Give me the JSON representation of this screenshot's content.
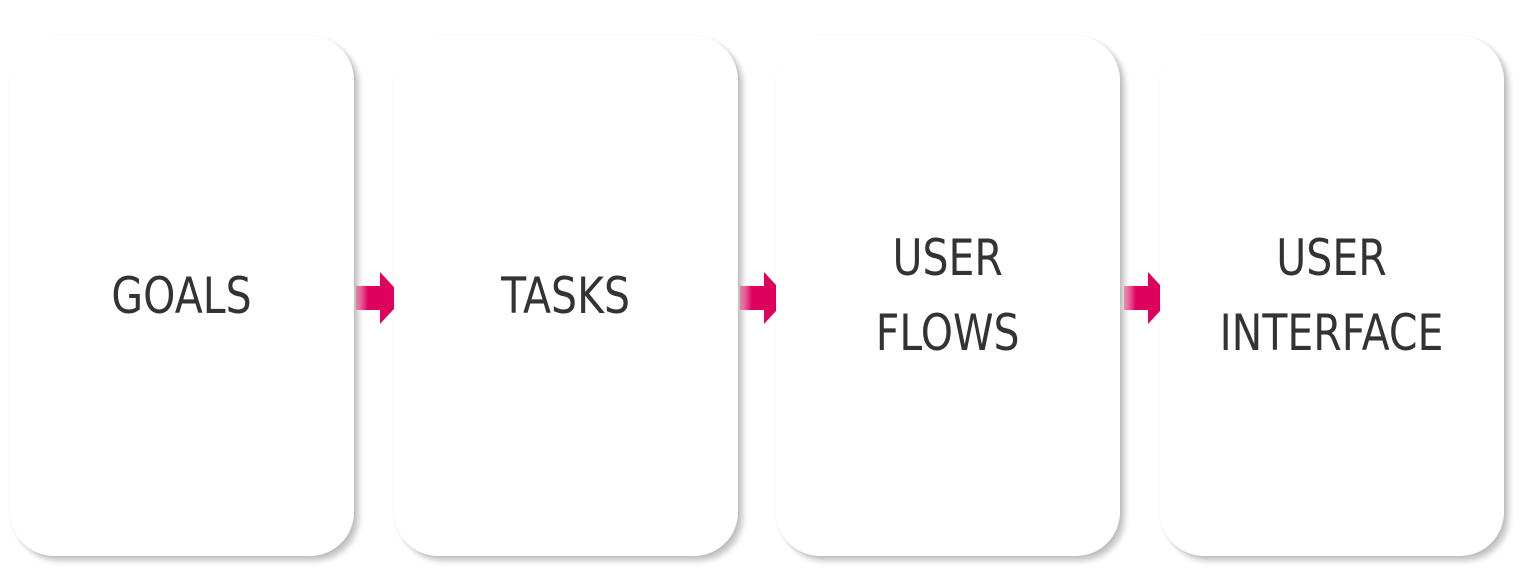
{
  "accent_color": "#e0005e",
  "steps": [
    {
      "lines": [
        "GOALS"
      ]
    },
    {
      "lines": [
        "TASKS"
      ]
    },
    {
      "lines": [
        "USER",
        "FLOWS"
      ]
    },
    {
      "lines": [
        "USER",
        "INTERFACE"
      ]
    }
  ],
  "connector_icon": "arrow-right-icon"
}
